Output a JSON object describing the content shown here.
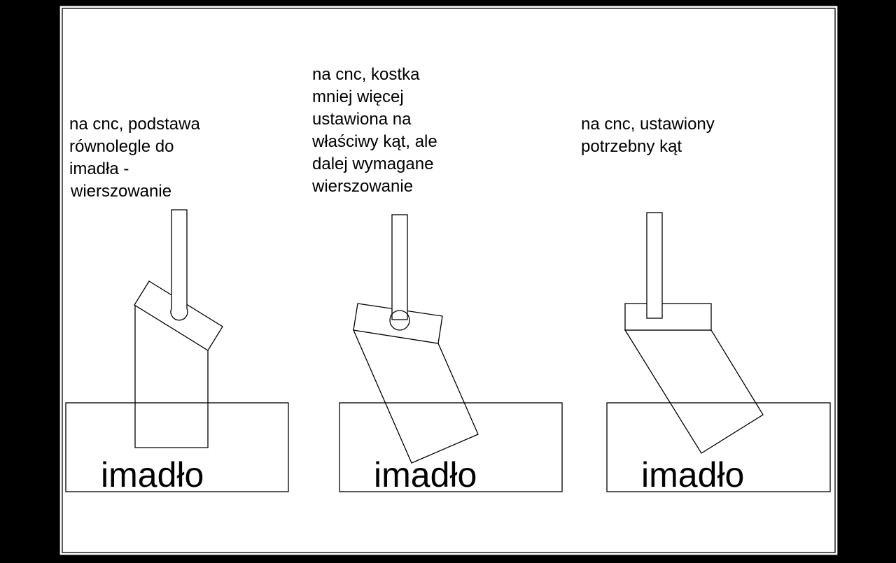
{
  "colors": {
    "background": "#000000",
    "page": "#ffffff",
    "ink": "#000000"
  },
  "panels": [
    {
      "caption": [
        "na cnc, podstawa",
        "równolegle do",
        "imadła -",
        "wierszowanie"
      ],
      "vise_label": "imadło"
    },
    {
      "caption": [
        "na cnc, kostka",
        "mniej więcej",
        "ustawiona na",
        "właściwy kąt, ale",
        "dalej wymagane",
        "wierszowanie"
      ],
      "vise_label": "imadło"
    },
    {
      "caption": [
        "na cnc, ustawiony",
        "potrzebny kąt"
      ],
      "vise_label": "imadło"
    }
  ]
}
